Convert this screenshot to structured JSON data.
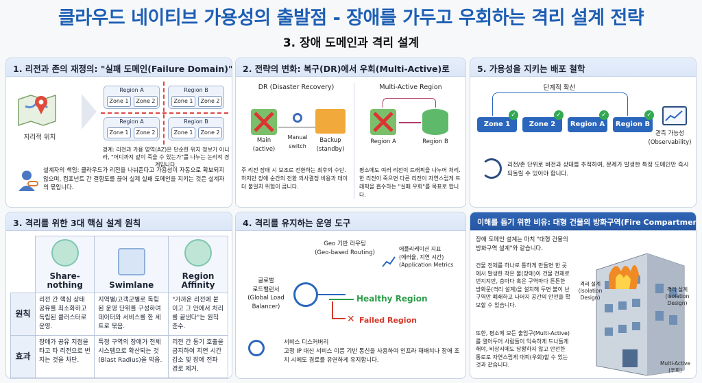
{
  "title": "클라우드 네이티브 가용성의 출발점 - 장애를 가두고 우회하는 격리 설계 전략",
  "subtitle": "3. 장애 도메인과 격리 설계",
  "p1": {
    "heading": "1. 리전과 존의 재정의: \"실패 도메인(Failure Domain)\"",
    "map_label": "지리적 위치",
    "regions": [
      {
        "name": "Region A",
        "zones": [
          "Zone 1",
          "Zone 2"
        ]
      },
      {
        "name": "Region B",
        "zones": [
          "Zone 1",
          "Zone 2"
        ]
      },
      {
        "name": "Region A",
        "zones": [
          "Zone 1",
          "Zone 2"
        ]
      },
      {
        "name": "Region B",
        "zones": [
          "Zone 1",
          "Zone 2"
        ]
      }
    ],
    "boundary_note": "경계: 리전과 가용 영역(AZ)은 단순한 위치 정보가 아니라, \"어디까지 같이 죽을 수 있는가\"를 나누는 논리적 경계입니다.",
    "duty_note": "설계자의 책임: 클라우드가 리전을 나눠준다고 가용성이 자동으로 확보되지 않으며, 컴포넌트 간 결합도를 끊어 실제 실패 도메인을 지키는 것은 설계자의 몫입니다."
  },
  "p2": {
    "heading": "2. 전략의 변화: 복구(DR)에서 우회(Multi-Active)로",
    "dr_title": "DR (Disaster Recovery)",
    "ma_title": "Multi-Active Region",
    "main_label": "Main\n(active)",
    "switch_label": "Manual\nswitch",
    "backup_label": "Backup\n(standby)",
    "region_a": "Region A",
    "region_b": "Region B",
    "dr_note": "주 리전 장애 시 보조로 전환하는 최후의 수단. 하지만 장애 순간의 전환 의사결정 비용과 데이터 불일치 위험이 큽니다.",
    "ma_note": "평소에도 여러 리전이 트래픽을 나누어 처리. 한 리전이 죽으면 다른 리전이 자연스럽게 트래픽을 흡수하는 \"실패 우회\"를 목표로 합니다."
  },
  "p5": {
    "heading": "5. 가용성을 지키는 배포 철학",
    "rollout_label": "단계적 확산",
    "nodes": [
      "Zone 1",
      "Zone 2",
      "Region A",
      "Region B"
    ],
    "obs_label": "관측 가능성\n(Observability)",
    "note": "리전/존 단위로 버전과 상태를 추적하여, 문제가 발생한 특정 도메인만 즉시 되돌릴 수 있어야 합니다."
  },
  "p3": {
    "heading": "3. 격리를 위한 3대 핵심 설계 원칙",
    "columns": [
      "Share-nothing",
      "Swimlane",
      "Region Affinity"
    ],
    "row_labels": [
      "원칙",
      "효과"
    ],
    "principles": [
      "리전 간 핵심 상태 공유를 최소화하고 독립된 클러스터로 운영.",
      "지역별/고객군별로 독립된 운영 단위를 구성하여 데이터와 서비스를 한 세트로 묶음.",
      "\"가까운 리전에 붙이고 그 안에서 처리를 끝낸다\"는 원칙 준수."
    ],
    "effects": [
      "장애가 공유 지점을 타고 타 리전으로 번지는 것을 차단.",
      "특정 구역의 장애가 전체 시스템으로 확산되는 것(Blast Radius)을 막음.",
      "리전 간 동기 호출을 금지하여 지연 시간 감소 및 장애 전파 경로 제거."
    ]
  },
  "p4": {
    "heading": "4. 격리를 유지하는 운영 도구",
    "lb_label": "글로벌\n로드밸런서\n(Global Load\nBalancer)",
    "geo_label": "Geo 기반 라우팅\n(Geo-based Routing)",
    "metrics_label": "애플리케이션 지표\n(에러율, 지연 시간)\n(Application Metrics",
    "healthy": "Healthy Region",
    "failed": "Failed Region",
    "sd_title": "서비스 디스커버리",
    "sd_note": "고정 IP 대신 서비스 이름 기반 통신을 사용하여 인프라 재배치나 장애 조치 시에도 경로를 유연하게 유지합니다."
  },
  "p6": {
    "heading": "이해를 돕기 위한 비유: 대형 건물의 방화구역(Fire Compartment) 설계",
    "para1": "장애 도메인 설계는 마치 \"대형 건물의 방화구역 설계\"와 같습니다.",
    "para2": "건물 전체를 하나로 통하게 만들면 한 곳에서 발생한 작은 불(장애)이 건물 전체로 번지지만, 층마다 혹은 구역마다 튼튼한 방화문(격리 설계)을 설치해 두면 불이 난 구역만 폐쇄하고 나머지 공간의 안전을 확보할 수 있습니다.",
    "para3": "또한, 평소에 모든 출입구(Multi-Active)를 열어두어 사람들이 익숙하게 드나들게 해야, 비상시에도 당황하지 않고 안전한 통로로 자연스럽게 대피(우회)할 수 있는 것과 같습니다.",
    "iso_left": "격리 설계\n(Isolation\nDesign)",
    "iso_right": "격리 설계\n(Isolation\nDesign)",
    "multi_active": "Multi-Active\n(우회)"
  },
  "colors": {
    "title": "#1e5fb4",
    "accent": "#2b66bd",
    "healthy": "#2e9d4a",
    "failed": "#d23a2a"
  }
}
